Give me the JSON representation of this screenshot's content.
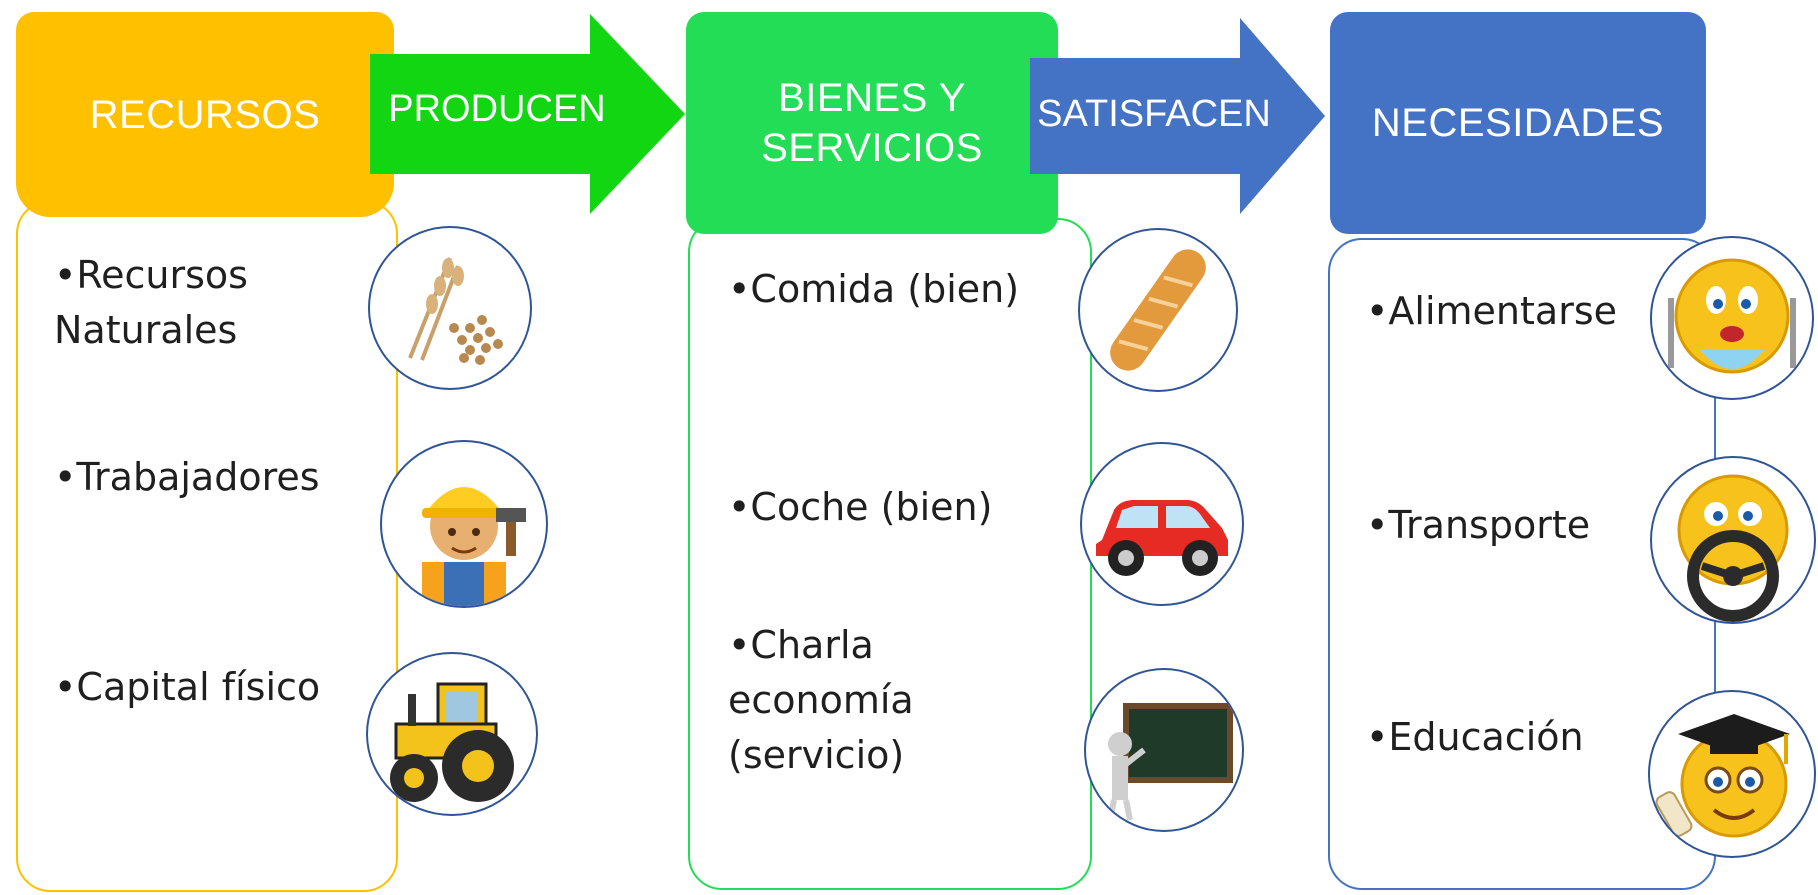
{
  "colors": {
    "recursos": "#FFC000",
    "producen": "#11D611",
    "bienes": "#22DD55",
    "satisfacen": "#4472C4",
    "necesidades": "#4472C4",
    "icon_border": "#2F5597"
  },
  "columns": {
    "recursos": {
      "header": "RECURSOS",
      "items": [
        "•Recursos\n  Naturales",
        "•Trabajadores",
        "•Capital físico"
      ],
      "icons": [
        "wheat-grain-icon",
        "construction-worker-icon",
        "tractor-icon"
      ]
    },
    "bienes": {
      "header": "BIENES Y\nSERVICIOS",
      "items": [
        "•Comida (bien)",
        "•Coche (bien)",
        "•Charla\n  economía\n  (servicio)"
      ],
      "icons": [
        "bread-icon",
        "car-icon",
        "teacher-blackboard-icon"
      ]
    },
    "necesidades": {
      "header": "NECESIDADES",
      "items": [
        "•Alimentarse",
        "•Transporte",
        "•Educación"
      ],
      "icons": [
        "eating-emoji-icon",
        "driving-emoji-icon",
        "graduate-emoji-icon"
      ]
    }
  },
  "arrows": {
    "producen": "PRODUCEN",
    "satisfacen": "SATISFACEN"
  }
}
